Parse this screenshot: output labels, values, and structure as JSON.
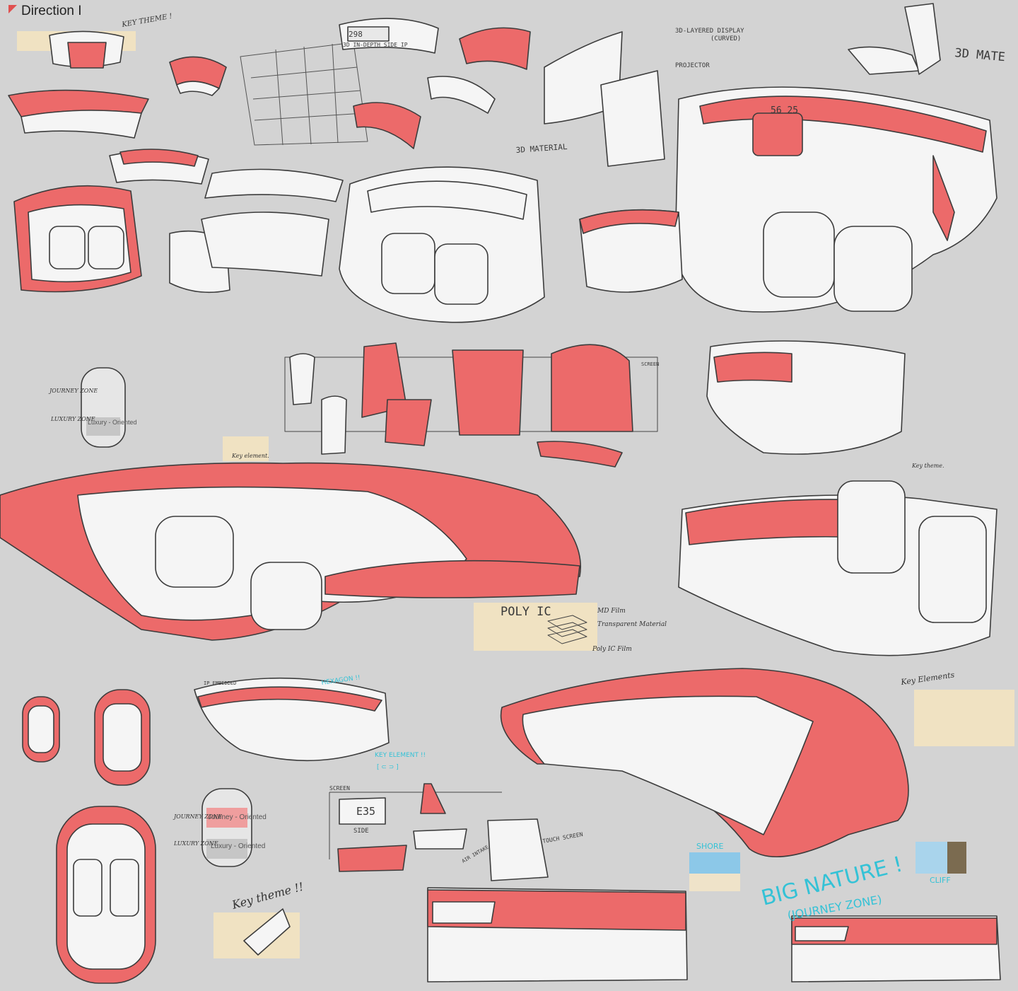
{
  "header": {
    "title": "Direction I"
  },
  "colors": {
    "background": "#d3d3d3",
    "accent_red": "#ec6a6a",
    "dark_red": "#c9403f",
    "note_tan": "#f0e2c2",
    "cyan": "#34c2d6",
    "line": "#3c3c3c"
  },
  "annotations": {
    "key_theme_top": "KEY THEME !",
    "ip_3d_side": "3D IN-DEPTH SIDE IP",
    "display_layered": "3D-LAYERED DISPLAY",
    "display_curved": "(CURVED)",
    "projector": "PROJECTOR",
    "material_3d_right": "3D MATE",
    "material_3d_center": "3D MATERIAL",
    "digits_left": "298",
    "digits_right": "56 25",
    "journey_zone": "JOURNEY ZONE",
    "luxury_zone": "LUXURY ZONE",
    "luxury_oriented_top": "Luxury - Oriented",
    "screen_seat": "SCREEN",
    "key_element": "Key element.",
    "key_theme_mid": "Key theme.",
    "poly_ic": "POLY IC",
    "md_film": "MD Film",
    "transparent_material": "Transparent Material",
    "poly_ic_film": "Poly IC Film",
    "ip_embedded": "IP EMBEDDED",
    "hexagon": "HEXAGON !!",
    "key_element_cyan": "KEY ELEMENT !!",
    "key_element_bracket": "[ ⊂ ⊃ ]",
    "key_elements": "Key Elements",
    "journey_zone_bottom": "JOURNEY ZONE",
    "journey_oriented": "Journey - Oriented",
    "luxury_zone_bottom": "LUXURY ZONE",
    "luxury_oriented_bottom": "Luxury - Oriented",
    "screen_small": "SCREEN",
    "side": "SIDE",
    "digits_screen": "E35",
    "touch_screen": "TOUCH SCREEN",
    "air_intake": "AIR INTAKE",
    "key_theme_bottom": "Key theme !!",
    "shore": "SHORE",
    "cliff": "CLIFF",
    "big_nature": "BIG NATURE !",
    "journey_zone_big": "(JOURNEY ZONE)"
  }
}
